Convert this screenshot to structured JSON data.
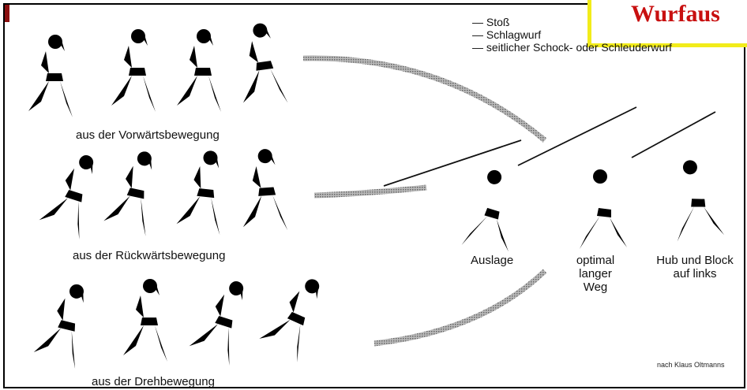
{
  "title": "Wurfaus",
  "legend": {
    "items": [
      "— Stoß",
      "— Schlagwurf",
      "— seitlicher Schock- oder Schleuderwurf"
    ]
  },
  "rows": {
    "forward": "aus der Vorwärtsbewegung",
    "backward": "aus der Rückwärtsbewegung",
    "rotation": "aus der Drehbewegung"
  },
  "phases": {
    "auslage": "Auslage",
    "weg": "optimal langer Weg",
    "hub": "Hub und Block auf links"
  },
  "credit": "nach Klaus Oltmanns",
  "colors": {
    "title": "#c81010",
    "title_border": "#f2ec1a",
    "corner": "#8b1010"
  }
}
